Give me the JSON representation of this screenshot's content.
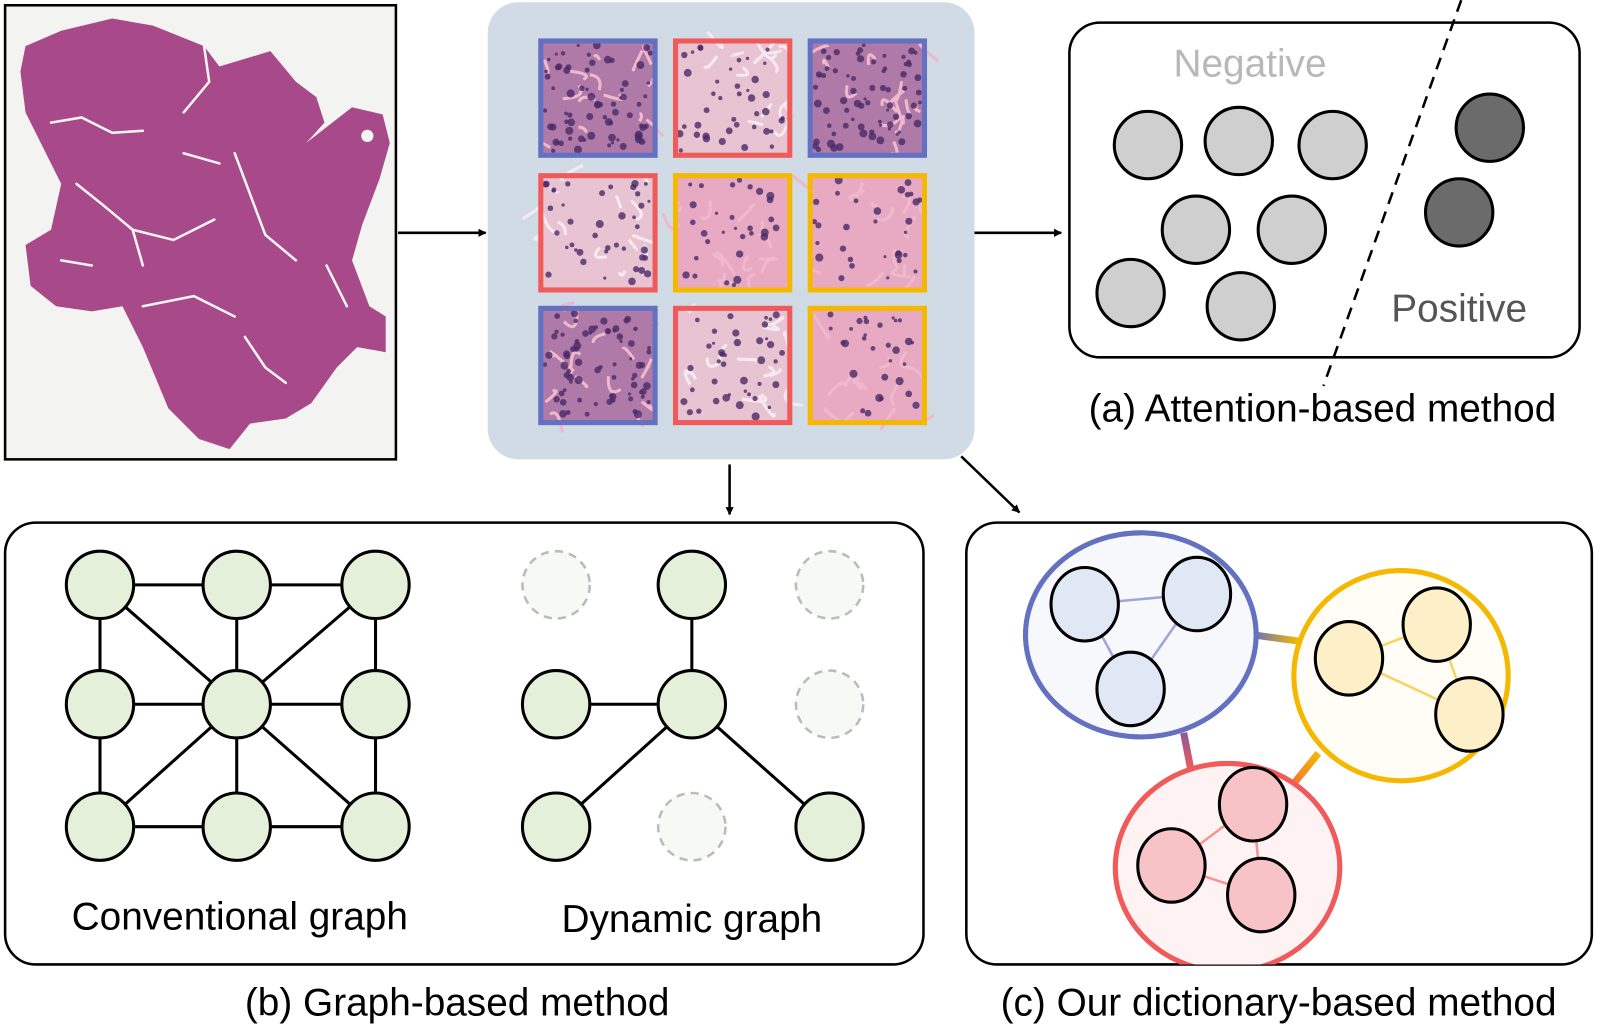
{
  "colors": {
    "blue": "#6470c0",
    "red": "#f05a5a",
    "yellow": "#f5b800",
    "panel": "#d1dbe6",
    "tissue": "#a84a8a",
    "neg_node": "#cfcfcf",
    "pos_node": "#6b6b6b",
    "graph_node": "#e4f0da"
  },
  "attention": {
    "negative_label": "Negative",
    "positive_label": "Positive",
    "caption": "(a) Attention-based method"
  },
  "graph": {
    "conventional_label": "Conventional graph",
    "dynamic_label": "Dynamic graph",
    "caption": "(b) Graph-based method"
  },
  "dictionary": {
    "caption": "(c) Our dictionary-based method"
  },
  "patch_grid": [
    [
      "blue",
      "red",
      "blue"
    ],
    [
      "red",
      "yellow",
      "yellow"
    ],
    [
      "blue",
      "red",
      "yellow"
    ]
  ]
}
